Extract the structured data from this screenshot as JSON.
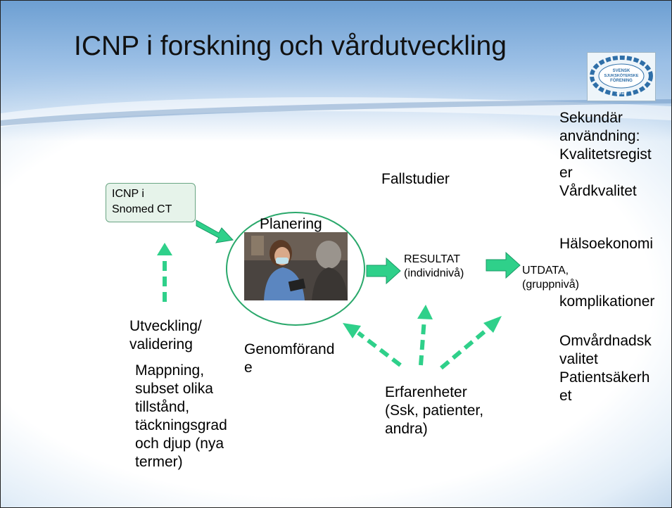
{
  "title": "ICNP i forskning och vårdutveckling",
  "logo": {
    "line1": "SVENSK",
    "line2": "SJUKSKÖTERSKE",
    "line3": "FÖRENING",
    "year": "1910"
  },
  "icnp_box": "ICNP i\nSnomed CT",
  "planning": "Planering",
  "implementation": "Genomförand\ne",
  "development": "Utveckling/\nvalidering",
  "mapping": "Mappning,\nsubset olika\ntillstånd,\ntäckningsgrad\noch djup (nya\ntermer)",
  "case_studies": "Fallstudier",
  "result": "RESULTAT\n(individnivå)",
  "output": "UTDATA,\n(gruppnivå)",
  "experience": "Erfarenheter\n(Ssk, patienter,\nandra)",
  "secondary_use": "Sekundär\nanvändning:\nKvalitetsregist\ner\nVårdkvalitet",
  "health_economics": "Hälsoekonomi",
  "complications": "komplikationer",
  "nursing_quality": "Omvårdnadsk\nvalitet\nPatientsäkerh\net",
  "colors": {
    "arrow": "#2fd08a",
    "arrow_edge": "#1a9a66",
    "circle": "#2aa86b",
    "box_fill": "#e6f3ea"
  },
  "image": "nurse-with-patient-photo"
}
